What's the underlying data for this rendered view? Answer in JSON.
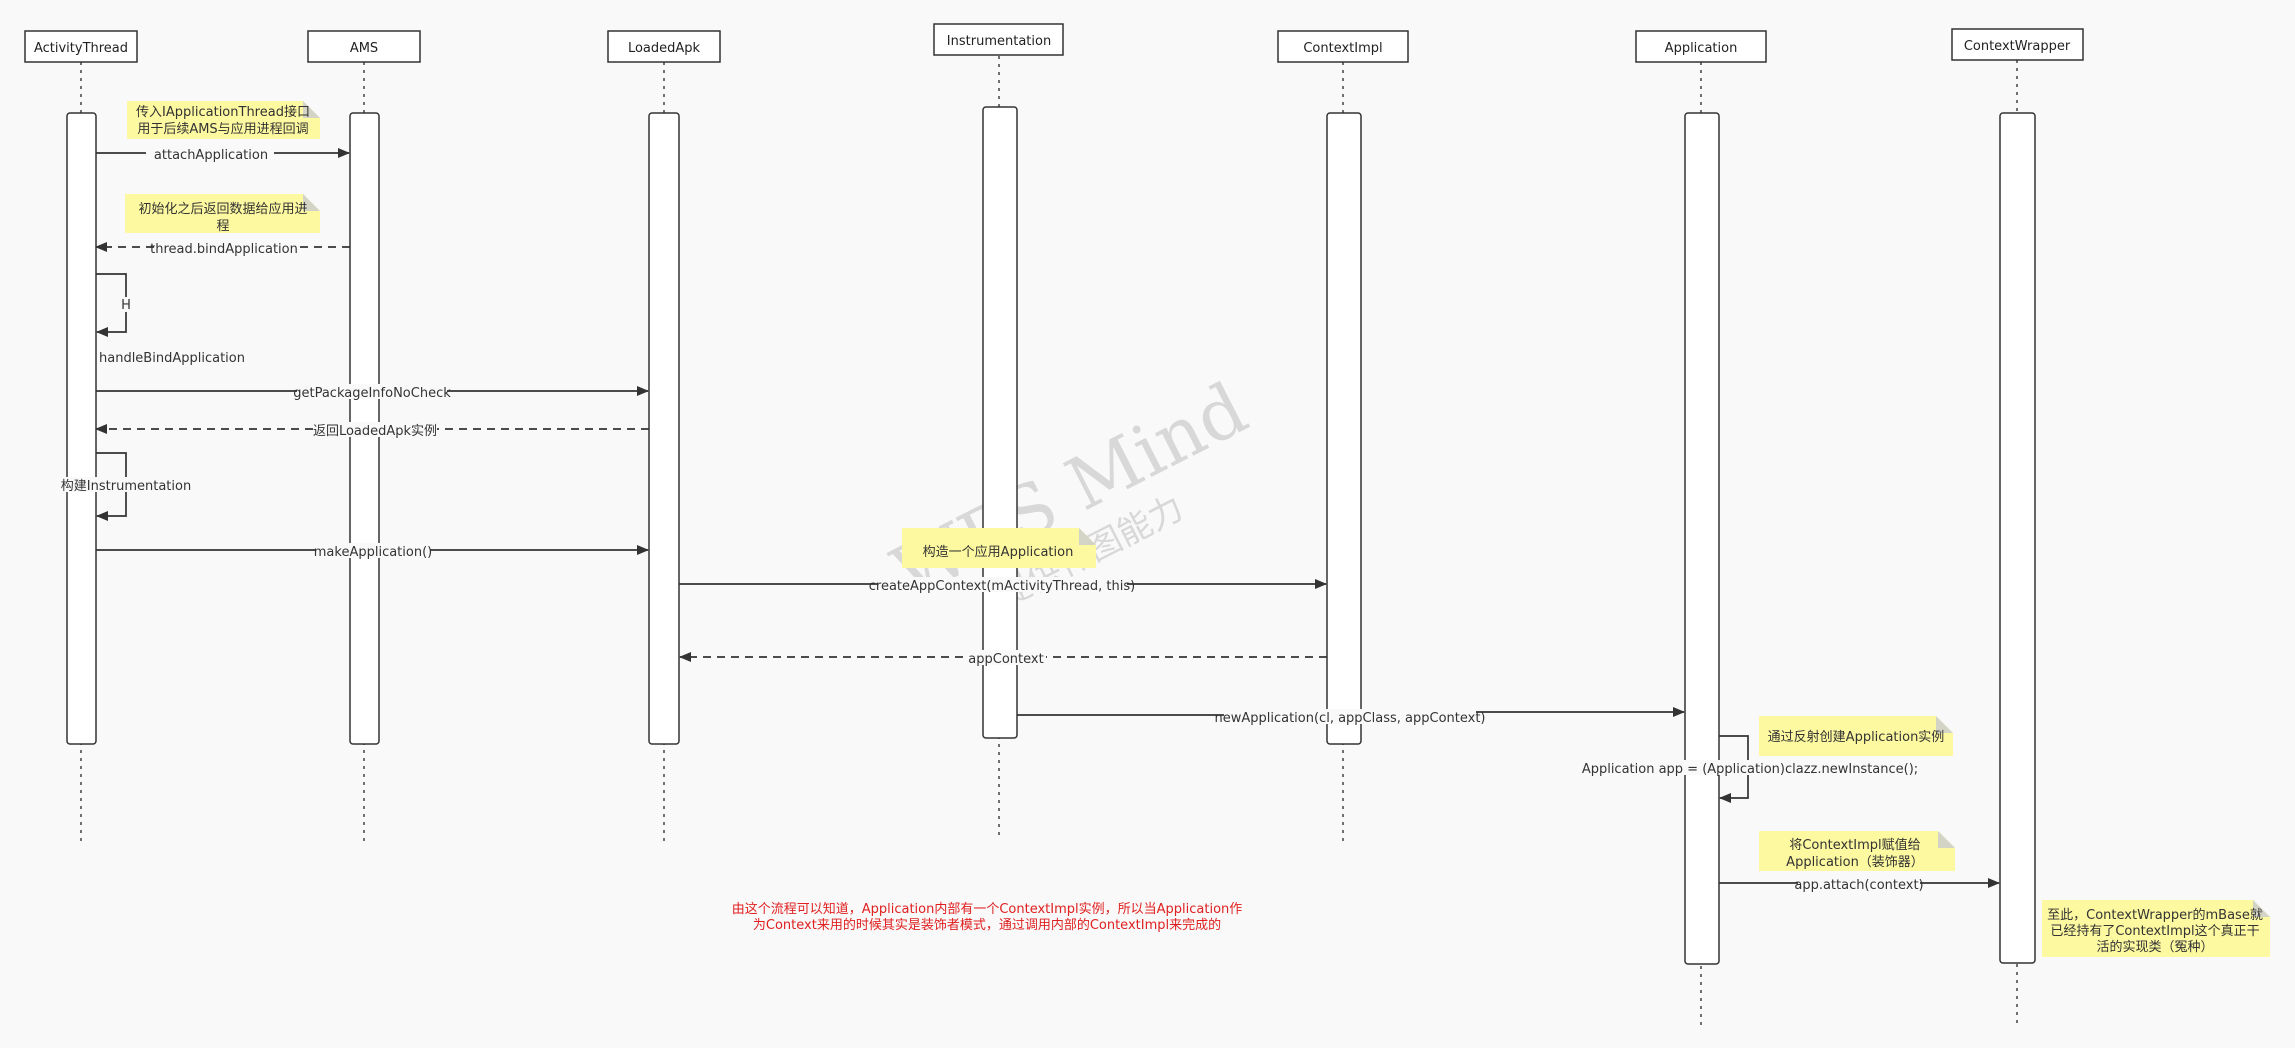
{
  "participants": [
    {
      "id": "activitythread",
      "label": "ActivityThread"
    },
    {
      "id": "ams",
      "label": "AMS"
    },
    {
      "id": "loadedapk",
      "label": "LoadedApk"
    },
    {
      "id": "instrumentation",
      "label": "Instrumentation"
    },
    {
      "id": "contextimpl",
      "label": "ContextImpl"
    },
    {
      "id": "application",
      "label": "Application"
    },
    {
      "id": "contextwrapper",
      "label": "ContextWrapper"
    }
  ],
  "messages": {
    "attach_application": "attachApplication",
    "bind_application": "thread.bindApplication",
    "h": "H",
    "handle_bind_application": "handleBindApplication",
    "get_package_info": "getPackageInfoNoCheck",
    "return_loadedapk": "返回LoadedApk实例",
    "build_instrumentation": "构建Instrumentation",
    "make_application": "makeApplication()",
    "create_app_context": "createAppContext(mActivityThread, this)",
    "app_context": "appContext",
    "new_application": "newApplication(cl, appClass, appContext)",
    "new_instance": "Application app = (Application)clazz.newInstance();",
    "app_attach": "app.attach(context)"
  },
  "notes": {
    "pass_thread_1": "传入IApplicationThread接口",
    "pass_thread_2": "用于后续AMS与应用进程回调",
    "init_return_1": "初始化之后返回数据给应用进",
    "init_return_2": "程",
    "construct_app": "构造一个应用Application",
    "reflect_create": "通过反射创建Application实例",
    "assign_impl_1": "将ContextImpl赋值给",
    "assign_impl_2": "Application（装饰器）",
    "final_1": "至此，ContextWrapper的mBase就",
    "final_2": "已经持有了ContextImpl这个真正干",
    "final_3": "活的实现类（冤种）"
  },
  "summary": {
    "line1": "由这个流程可以知道，Application内部有一个ContextImpl实例，所以当Application作",
    "line2": "为Context来用的时候其实是装饰者模式，通过调用内部的ContextImpl来完成的"
  },
  "watermark": {
    "line1": "WPS Mind",
    "line2": "提供作图能力"
  },
  "colors": {
    "note_fill": "#fdf9a0",
    "note_fold": "#d3d3c6",
    "summary": "#e02020",
    "line": "#333333"
  }
}
